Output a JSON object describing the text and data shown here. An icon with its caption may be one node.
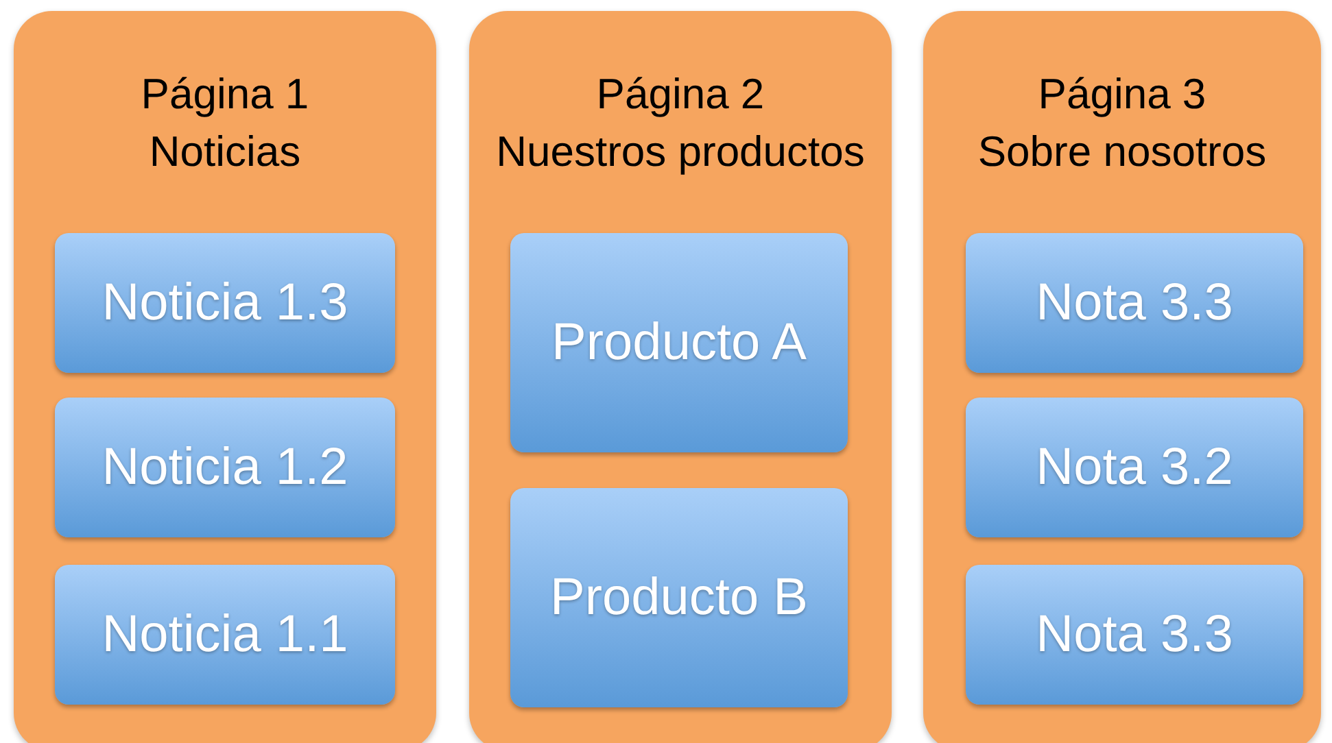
{
  "diagram": {
    "nodes": [
      {
        "text": [
          "Página 1",
          "Noticias"
        ]
      },
      {
        "text": [
          "Noticia 1.3"
        ],
        "in": 0
      },
      {
        "text": [
          "Noticia 1.2"
        ],
        "in": 0
      },
      {
        "text": [
          "Noticia 1.1"
        ],
        "in": 0
      },
      {
        "text": [
          "Página 2",
          "Nuestros productos"
        ]
      },
      {
        "text": [
          "Producto A"
        ],
        "in": 4
      },
      {
        "text": [
          "Producto B"
        ],
        "in": 4
      },
      {
        "text": [
          "Página 3",
          "Sobre nosotros"
        ]
      },
      {
        "text": [
          "Nota 3.3"
        ],
        "in": 7
      },
      {
        "text": [
          "Nota 3.2"
        ],
        "in": 7
      },
      {
        "text": [
          "Nota 3.3"
        ],
        "in": 7
      }
    ]
  }
}
